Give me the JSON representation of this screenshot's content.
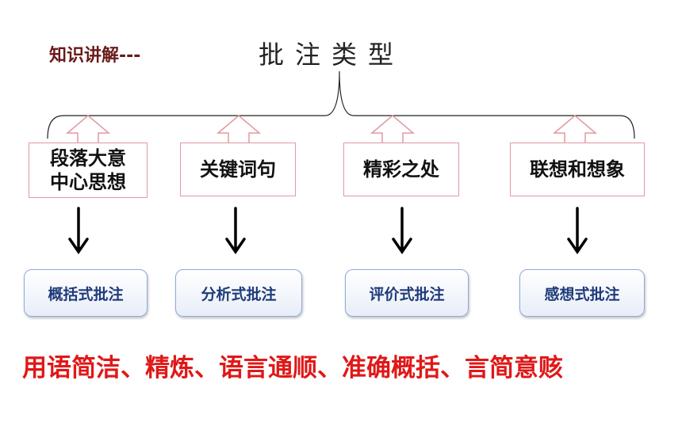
{
  "header": {
    "section_label": "知识讲解---",
    "title": "批注类型"
  },
  "categories": [
    {
      "label": "段落大意\n中心思想"
    },
    {
      "label": "关键词句"
    },
    {
      "label": "精彩之处"
    },
    {
      "label": "联想和想象"
    }
  ],
  "annotation_types": [
    {
      "label": "概括式批注"
    },
    {
      "label": "分析式批注"
    },
    {
      "label": "评价式批注"
    },
    {
      "label": "感想式批注"
    }
  ],
  "summary": "用语简洁、精炼、语言通顺、准确概括、言简意赅",
  "colors": {
    "section_label": "#6b1a1a",
    "category_border": "#e09aa0",
    "type_text": "#1f3b7a",
    "type_border": "#8eaadb",
    "summary_text": "#e01818"
  }
}
